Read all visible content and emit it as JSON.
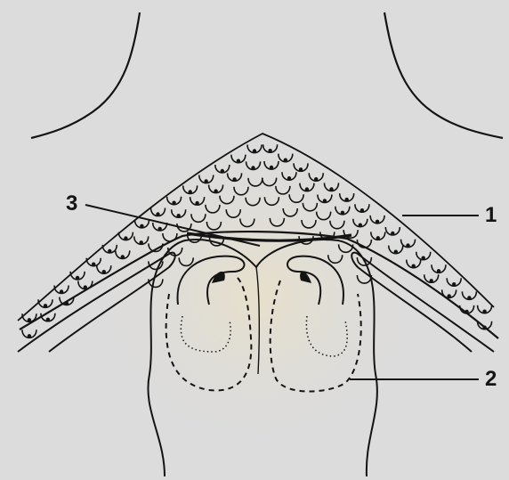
{
  "figure": {
    "background_color": "#dcdcdc",
    "ink_color": "#141414",
    "labels": [
      {
        "id": "1",
        "text": "1"
      },
      {
        "id": "2",
        "text": "2"
      },
      {
        "id": "3",
        "text": "3"
      }
    ]
  }
}
